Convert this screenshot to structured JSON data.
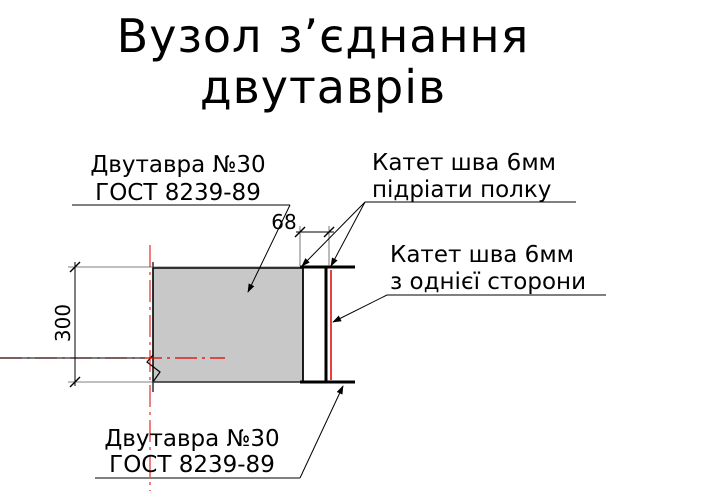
{
  "title": {
    "line1": "Вузол з’єднання",
    "line2": "двутаврів"
  },
  "labels": {
    "beam_top": {
      "line1": "Двутавра №30",
      "line2": "ГОСТ 8239-89"
    },
    "weld_flange": {
      "line1": "Катет шва 6мм",
      "line2": "підріати полку"
    },
    "weld_web": {
      "line1": "Катет шва 6мм",
      "line2": "з однієї сторони"
    },
    "beam_bottom": {
      "line1": "Двутавра №30",
      "line2": "ГОСТ 8239-89"
    }
  },
  "dimensions": {
    "height": "300",
    "cut": "68"
  },
  "colors": {
    "line": "#000000",
    "beam_fill": "#c8c8c8",
    "axis": "#e00000",
    "dim_line": "#555555"
  }
}
